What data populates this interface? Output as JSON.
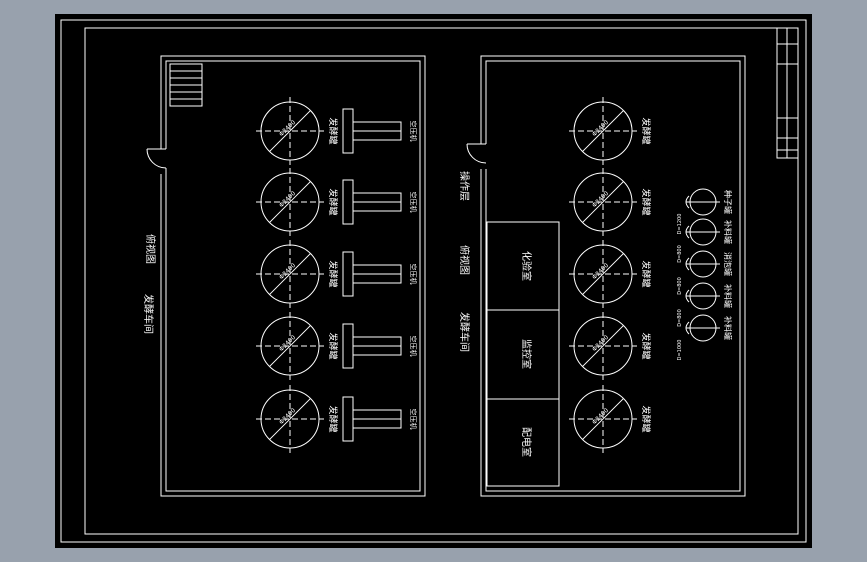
{
  "colors": {
    "background": "#98a1ad",
    "canvas": "#000000",
    "line": "#ffffff"
  },
  "left_plan": {
    "hall_label": "发酵车间",
    "view_label": "俯视图",
    "tank_label": "发酵罐",
    "tank_dim": "Φ2400",
    "pump_label": "空压机",
    "row_count": 5
  },
  "right_plan": {
    "hall_label": "发酵车间",
    "view_label": "俯视图",
    "control_label": "操作层",
    "tank_label": "发酵罐",
    "tank_dim": "Φ2400",
    "row_count": 5,
    "rooms": [
      "化验室",
      "监控室",
      "配电室"
    ],
    "aux_tanks": [
      "种子罐",
      "补料罐",
      "消泡罐",
      "补料罐",
      "补料罐"
    ],
    "aux_dims": [
      "D=1200",
      "D=800",
      "D=800",
      "D=800",
      "D=1000"
    ]
  },
  "title_block": {
    "cells": [
      "",
      "",
      "",
      "",
      "",
      "",
      ""
    ]
  }
}
